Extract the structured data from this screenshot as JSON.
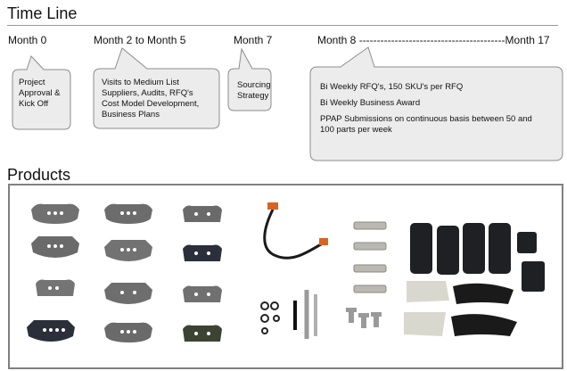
{
  "timeline": {
    "title": "Time Line",
    "months": {
      "m0": "Month 0",
      "m2_5": "Month 2 to Month 5",
      "m7": "Month 7",
      "m8_17": "Month 8 -----------------------------------------Month 17"
    },
    "bubbles": {
      "b1": {
        "lines": [
          "Project",
          "Approval &",
          "Kick Off"
        ]
      },
      "b2": {
        "lines": [
          "Visits to Medium List",
          "Suppliers, Audits, RFQ's",
          "Cost Model Development,",
          "Business Plans"
        ]
      },
      "b3": {
        "lines": [
          "Sourcing",
          "Strategy"
        ]
      },
      "b4": {
        "lines": [
          "Bi Weekly RFQ's, 150 SKU's per RFQ",
          "Bi Weekly Business Award",
          "PPAP Submissions on continuous basis between 50 and",
          "100 parts per week"
        ]
      }
    }
  },
  "products": {
    "title": "Products"
  },
  "colors": {
    "bubble_fill": "#ececec",
    "bubble_stroke": "#8c8c8c",
    "frame_stroke": "#808080",
    "pad_gray": "#6f6f6f",
    "pad_dark": "#2b2f3a",
    "wire_black": "#1a1a1a",
    "wire_orange": "#d9641f"
  }
}
